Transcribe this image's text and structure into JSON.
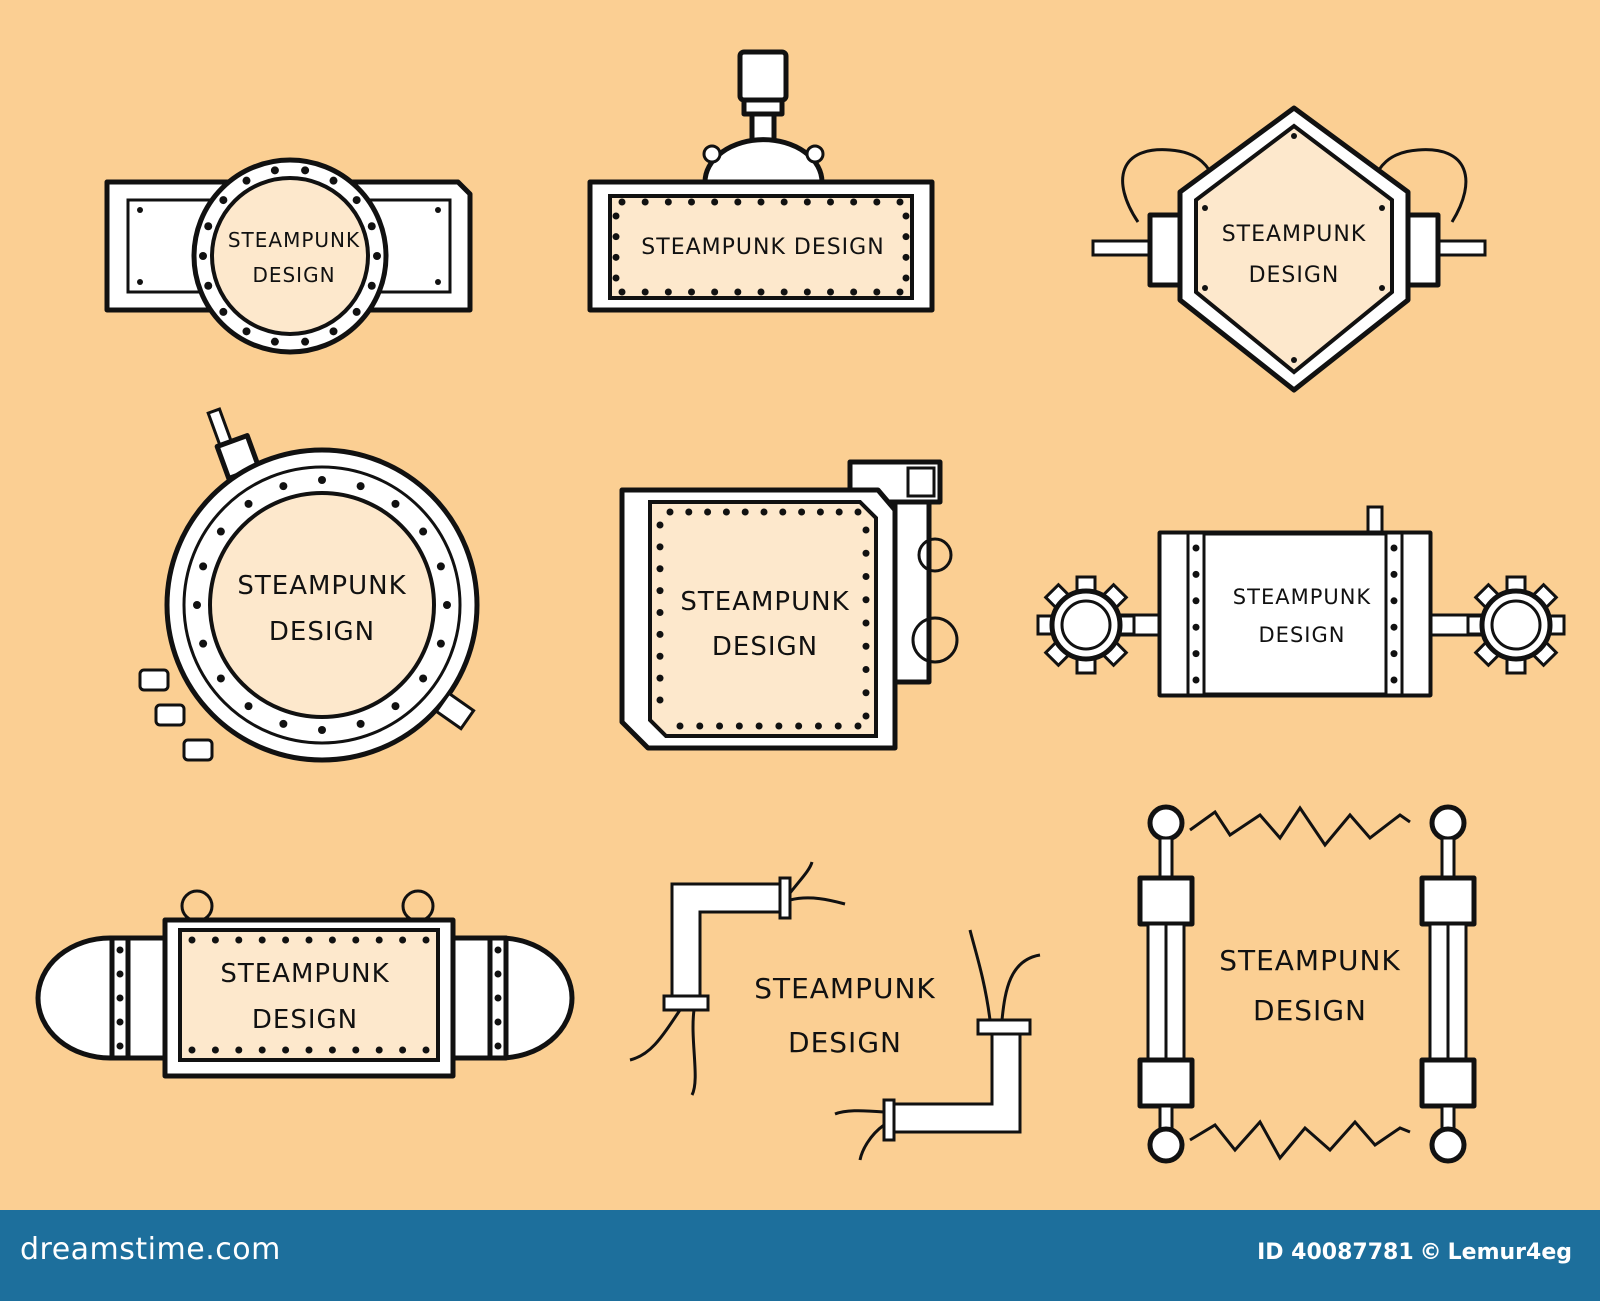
{
  "emblems": [
    {
      "line1": "STEAMPUNK",
      "line2": "DESIGN"
    },
    {
      "line1": "STEAMPUNK  DESIGN"
    },
    {
      "line1": "STEAMPUNK",
      "line2": "DESIGN"
    },
    {
      "line1": "STEAMPUNK",
      "line2": "DESIGN"
    },
    {
      "line1": "STEAMPUNK",
      "line2": "DESIGN"
    },
    {
      "line1": "STEAMPUNK",
      "line2": "DESIGN"
    },
    {
      "line1": "STEAMPUNK",
      "line2": "DESIGN"
    },
    {
      "line1": "STEAMPUNK",
      "line2": "DESIGN"
    },
    {
      "line1": "STEAMPUNK",
      "line2": "DESIGN"
    }
  ],
  "footer": {
    "brand": "dreamstime.com",
    "id_text": "ID 40087781",
    "copyright": "©",
    "author": "Lemur4eg"
  },
  "colors": {
    "background": "#fbcf93",
    "plate": "#fde8cc",
    "footer": "#1d6f9c"
  }
}
